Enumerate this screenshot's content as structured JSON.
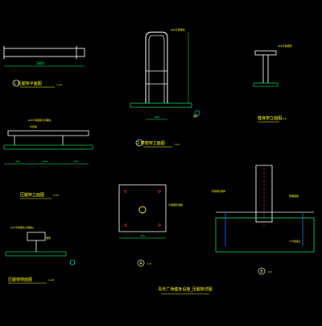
{
  "palette": {
    "background": "#000000",
    "line": "#e8e8e8",
    "label": "#ffff00",
    "detail": "#00ff66",
    "cyan": "#00ffff",
    "accent_red": "#ff3333",
    "accent_blue": "#3366ff",
    "accent_pink": "#ff66ff"
  },
  "titles": {
    "plan_view": "1 压腿架平面图",
    "front_view": "2 攀爬架立面图",
    "side_view": "健身架立面图",
    "elevation": "压腿架立面图",
    "side_elev": "压腿架侧面图",
    "detail_a": "A",
    "detail_b": "B",
    "sheet": "青年广场健身设施_压腿架详图"
  },
  "scales": {
    "plan": "1:20",
    "front": "1:20",
    "side": "1:20",
    "elevation": "1:20",
    "side_elev": "1:20",
    "a": "1:5",
    "b": "1:5"
  },
  "dims": {
    "plan_len": "1800",
    "front_w": "660",
    "elev_a": "400",
    "elev_b": "1000",
    "elev_c": "400",
    "plate": "300"
  },
  "notes": {
    "front_1": "φ50不锈钢管",
    "front_2": "埋件",
    "side_1": "φ50不锈钢管",
    "elev_1": "φ50不锈钢管(手握处)",
    "elev_2": "木坐板",
    "side_elev_1": "φ50不锈钢管(手握处)",
    "side_elev_2": "埋件",
    "a_1": "不锈钢管满焊",
    "b_1": "不锈钢管满焊",
    "b_2": "预埋钢板",
    "b_3": "C20混凝土"
  }
}
